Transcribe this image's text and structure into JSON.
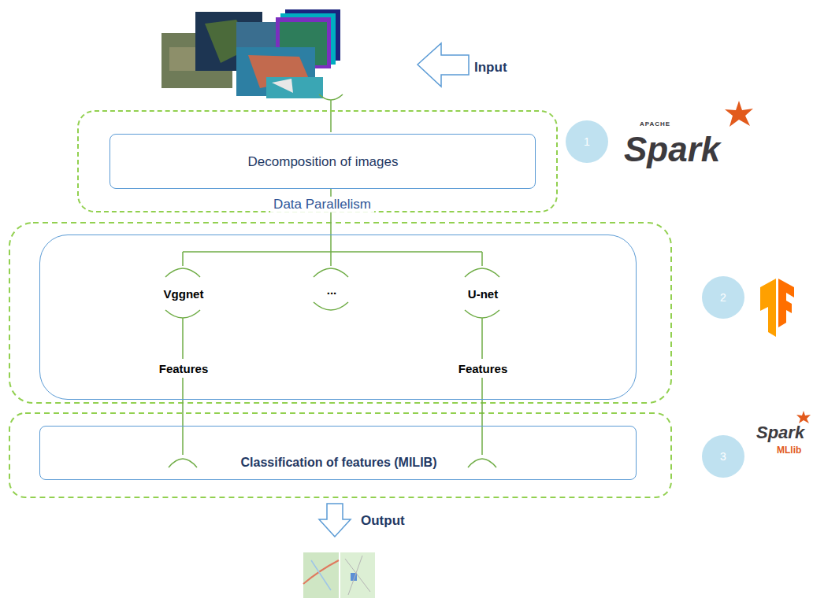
{
  "diagram": {
    "nodes": [
      {
        "text": [
          "Data Parallelism"
        ]
      },
      {
        "text": [
          "Decomposition of images"
        ],
        "in": 0
      },
      {
        "text": [
          "1"
        ]
      },
      {
        "text": [
          "Vggnet",
          "...",
          "U-net",
          "Features",
          "Features"
        ]
      },
      {
        "text": [
          "2"
        ]
      },
      {
        "text": [
          "Classification of features (MlLIB)"
        ]
      },
      {
        "text": [
          "3"
        ]
      }
    ],
    "edges": [
      {
        "from": 1,
        "to": 3,
        "arrow": "none"
      },
      {
        "from": 3,
        "to": 5,
        "arrow": "none"
      }
    ],
    "labels": [
      "Input",
      "APACHE",
      "Spark",
      "Spark",
      "MLlib",
      "Output"
    ]
  }
}
